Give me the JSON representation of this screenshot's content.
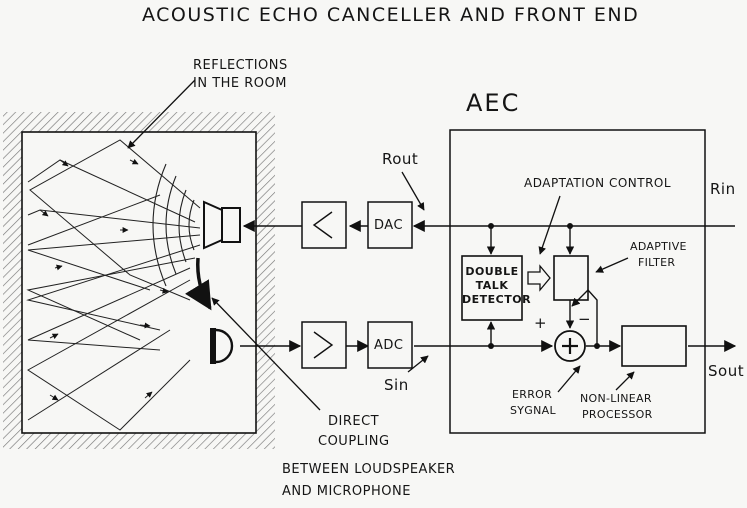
{
  "title": "ACOUSTIC ECHO CANCELLER AND FRONT END",
  "labels": {
    "reflections_line1": "REFLECTIONS",
    "reflections_line2": "IN THE ROOM",
    "aec": "AEC",
    "rout": "Rout",
    "rin": "Rin",
    "sin": "Sin",
    "sout": "Sout",
    "dac": "DAC",
    "adc": "ADC",
    "adaptation_control": "ADAPTATION CONTROL",
    "adaptive_filter_line1": "ADAPTIVE",
    "adaptive_filter_line2": "FILTER",
    "dtd_line1": "DOUBLE",
    "dtd_line2": "TALK",
    "dtd_line3": "DETECTOR",
    "plus": "+",
    "minus": "−",
    "error_line1": "ERROR",
    "error_line2": "SYGNAL",
    "nlp_line1": "NON-LINEAR",
    "nlp_line2": "PROCESSOR",
    "direct_line1": "DIRECT",
    "direct_line2": "COUPLING",
    "direct_line3": "BETWEEN LOUDSPEAKER",
    "direct_line4": "AND MICROPHONE"
  }
}
